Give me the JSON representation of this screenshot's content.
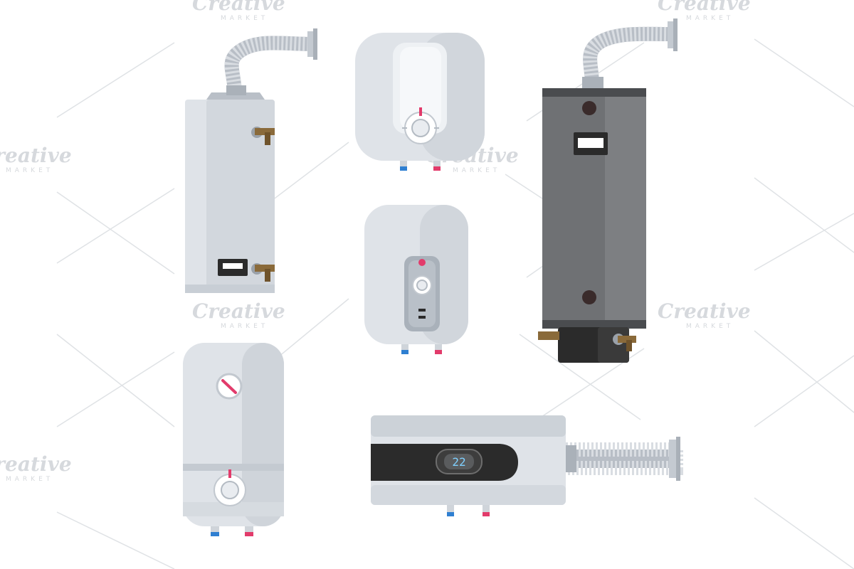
{
  "watermark": {
    "brand": "Creative",
    "sub": "MARKET"
  },
  "heaters": [
    {
      "name": "gas-boiler-light",
      "display": ""
    },
    {
      "name": "compact-tank-top",
      "display": ""
    },
    {
      "name": "gas-boiler-dark",
      "display": ""
    },
    {
      "name": "compact-tank-middle",
      "display": ""
    },
    {
      "name": "tall-tank",
      "display": ""
    },
    {
      "name": "digital-tankless",
      "display": "22"
    }
  ],
  "colors": {
    "body_light": "#dfe3e8",
    "body_light_shade": "#c9cfd6",
    "body_dark": "#6f7174",
    "body_dark_shade": "#55575a",
    "panel_black": "#2b2b2b",
    "pipe_cold": "#2f7fd1",
    "pipe_hot": "#e23b6b",
    "brass": "#8a6a3a",
    "watermark": "#d5d8dc"
  }
}
